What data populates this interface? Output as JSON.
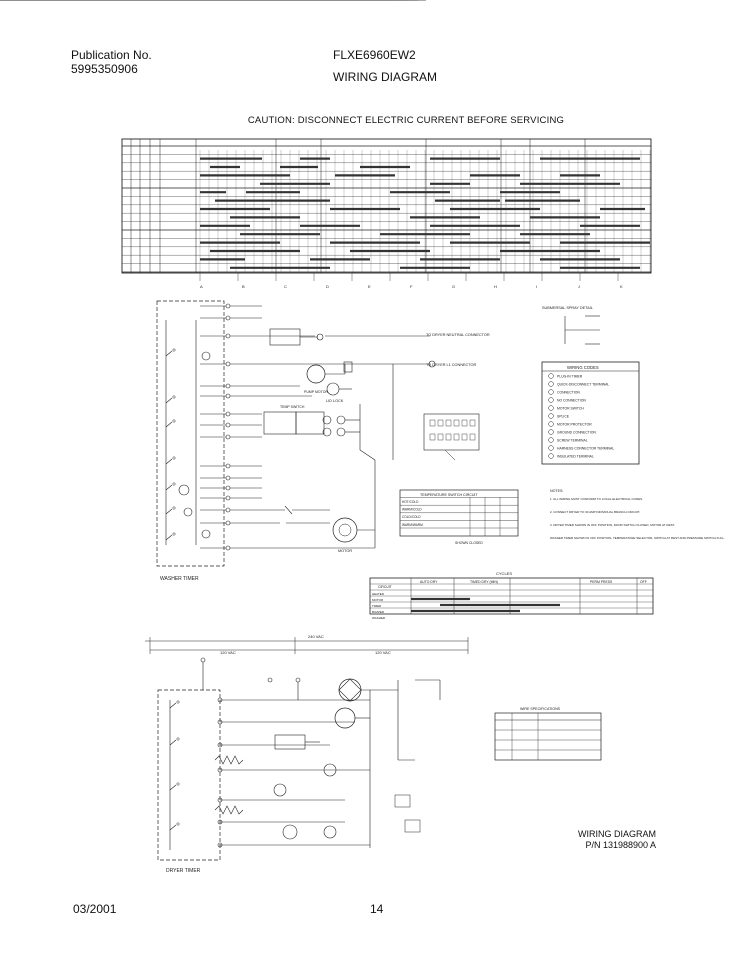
{
  "header": {
    "publication_label": "Publication No.",
    "publication_number": "5995350906",
    "model": "FLXE6960EW2",
    "section_title": "WIRING DIAGRAM"
  },
  "caution": "CAUTION: DISCONNECT ELECTRIC CURRENT BEFORE SERVICING",
  "labels": {
    "washer_timer": "WASHER TIMER",
    "dryer_timer": "DRYER TIMER",
    "to_dryer_neutral": "TO DRYER NEUTRAL CONNECTOR",
    "to_dryer_l1": "TO DRYER L1 CONNECTOR",
    "lid_lock": "LID LOCK",
    "pump_motor": "PUMP MOTOR",
    "water_temp_switch": "TEMP SWITCH",
    "motor": "MOTOR",
    "submersal_title": "SUBMERSAL SPRAY DETAIL",
    "wiring_codes_title": "WIRING CODES",
    "temp_switch_title": "TEMPERATURE SWITCH CIRCUIT",
    "cycles_title": "CYCLES",
    "circuit_col": "CIRCUIT",
    "timed_dry": "TIMED DRY (MIN)",
    "auto_dry": "AUTO DRY",
    "permpress": "PERM PRESS",
    "off": "OFF",
    "wire_spec_title": "WIRE SPECIFICATIONS",
    "v240": "240 VAC",
    "v120a": "120 VAC",
    "v120b": "120 VAC",
    "shown_closed": "SHOWN CLOSED",
    "notes_title": "NOTES:",
    "wiring_diagram": "WIRING DIAGRAM",
    "pn": "P/N 131988900 A"
  },
  "wiring_codes": [
    "PLUG-IN TIMER",
    "QUICK-DISCONNECT TERMINAL",
    "CONNECTION",
    "NO CONNECTION",
    "MOTOR SWITCH",
    "SPLICE",
    "MOTOR PROTECTOR",
    "GROUND CONNECTION",
    "SCREW TERMINAL",
    "HARNESS CONNECTOR TERMINAL",
    "INSULATED TERMINAL"
  ],
  "temp_rows": [
    "HOT/COLD",
    "WARM/COLD",
    "COLD/COLD",
    "WARM/WARM"
  ],
  "cycle_rows": [
    "HEATER",
    "MOTOR",
    "TIMER",
    "BUZZER",
    "WASHER"
  ],
  "notes": [
    "1. ALL WIRING MUST CONFORM TO LOCAL ELECTRICAL CODES.",
    "2. CONNECT DRYER TO 30 AMP INDIVIDUAL BRANCH CIRCUIT.",
    "3. DRYER TIMER SHOWN IN OFF POSITION, DOOR SWITCH CLOSED, MOTOR AT REST.",
    "WASHER TIMER SHOWN IN OFF POSITION, TEMPERATURE SELECTOR, SWITCH AT REST AND PRESSURE SWITCH FULL."
  ],
  "footer": {
    "date": "03/2001",
    "page": "14"
  }
}
